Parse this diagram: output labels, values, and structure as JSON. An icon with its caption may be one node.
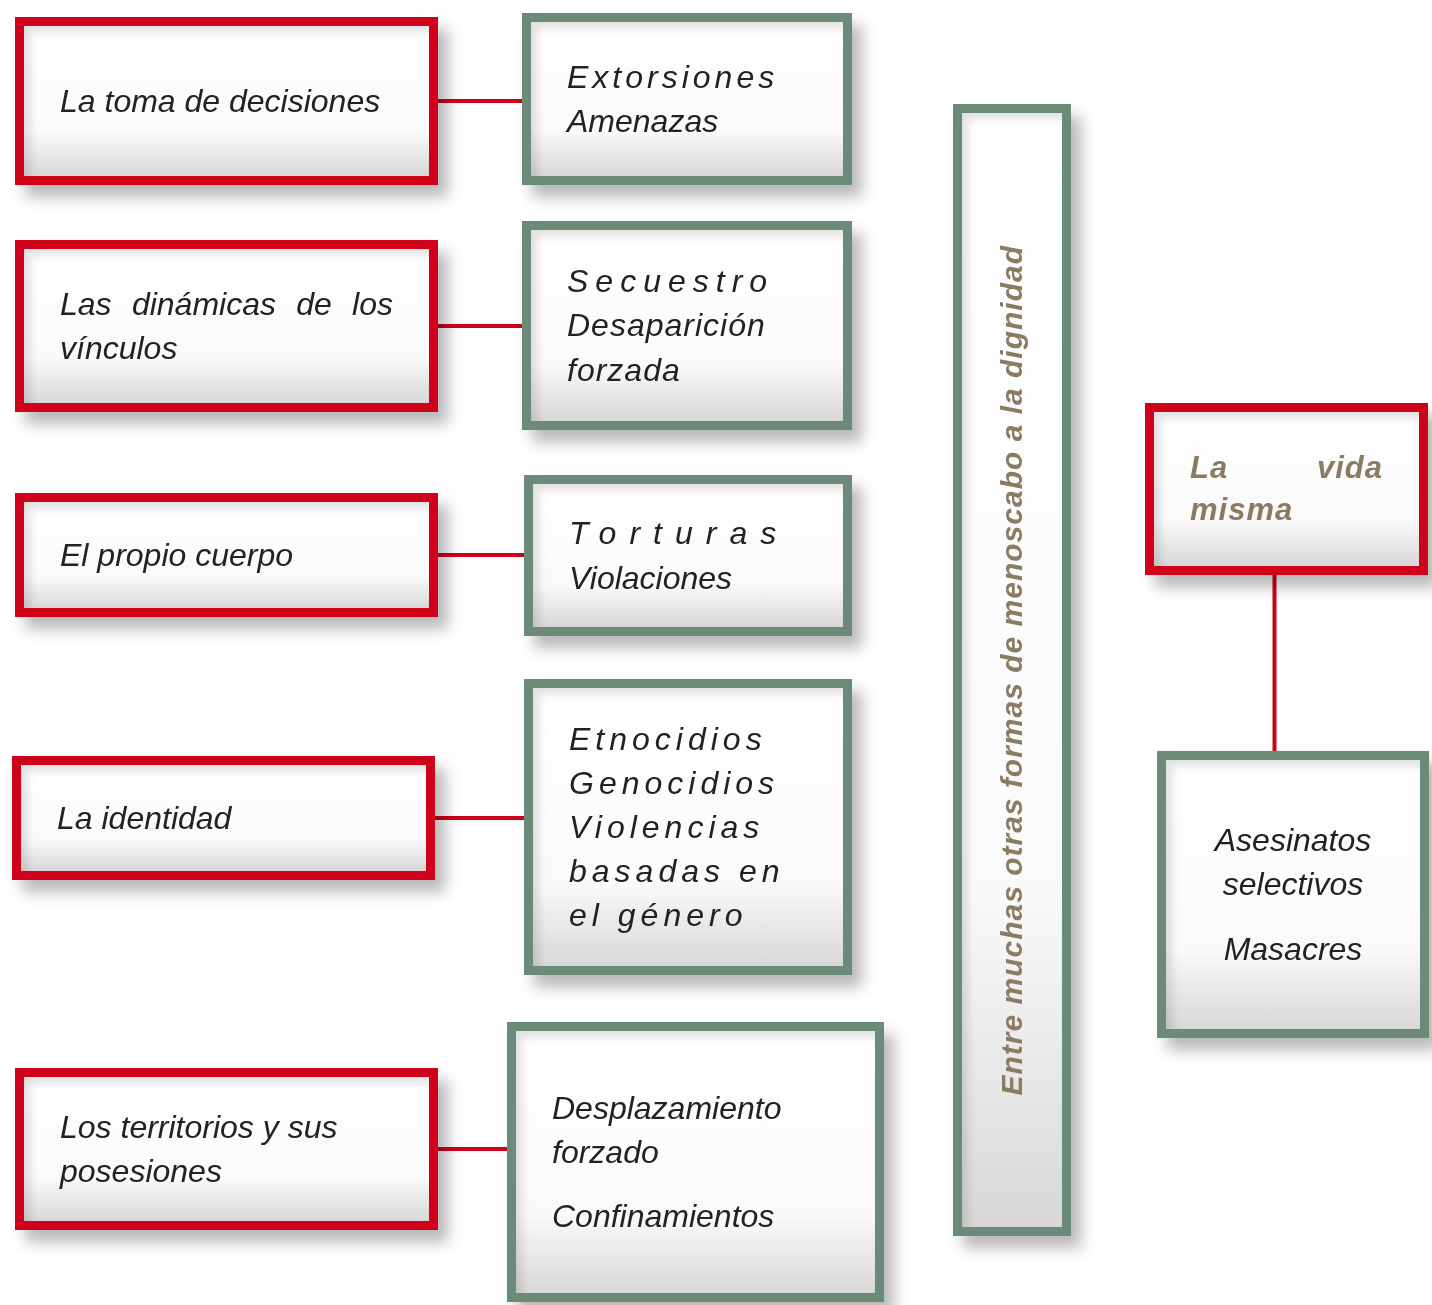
{
  "diagram": {
    "nodes": [
      {
        "text": [
          "La toma de decisiones"
        ]
      },
      {
        "text": [
          "Extorsiones",
          "Amenazas"
        ]
      },
      {
        "text": [
          "Las dinámicas de los vínculos"
        ]
      },
      {
        "text": [
          "Secuestro",
          "Desaparición forzada"
        ]
      },
      {
        "text": [
          "El propio cuerpo"
        ]
      },
      {
        "text": [
          "Torturas",
          "Violaciones"
        ]
      },
      {
        "text": [
          "La identidad"
        ]
      },
      {
        "text": [
          "Etnocidios",
          "Genocidios",
          "Violencias basadas en el género"
        ]
      },
      {
        "text": [
          "Los territorios y sus posesiones"
        ]
      },
      {
        "text": [
          "Desplazamiento forzado",
          "Confinamientos"
        ]
      },
      {
        "text": [
          "Entre muchas otras formas de menoscabo a la dignidad"
        ]
      },
      {
        "text": [
          "La vida misma"
        ]
      },
      {
        "text": [
          "Asesinatos selectivos",
          "Masacres"
        ]
      }
    ],
    "edges": [
      {
        "from": 0,
        "to": 1,
        "arrow": "none",
        "color": "#d0021b"
      },
      {
        "from": 2,
        "to": 3,
        "arrow": "none",
        "color": "#d0021b"
      },
      {
        "from": 4,
        "to": 5,
        "arrow": "none",
        "color": "#d0021b"
      },
      {
        "from": 6,
        "to": 7,
        "arrow": "none",
        "color": "#d0021b"
      },
      {
        "from": 8,
        "to": 9,
        "arrow": "none",
        "color": "#d0021b"
      },
      {
        "from": 11,
        "to": 12,
        "arrow": "none",
        "color": "#d0021b"
      }
    ]
  }
}
